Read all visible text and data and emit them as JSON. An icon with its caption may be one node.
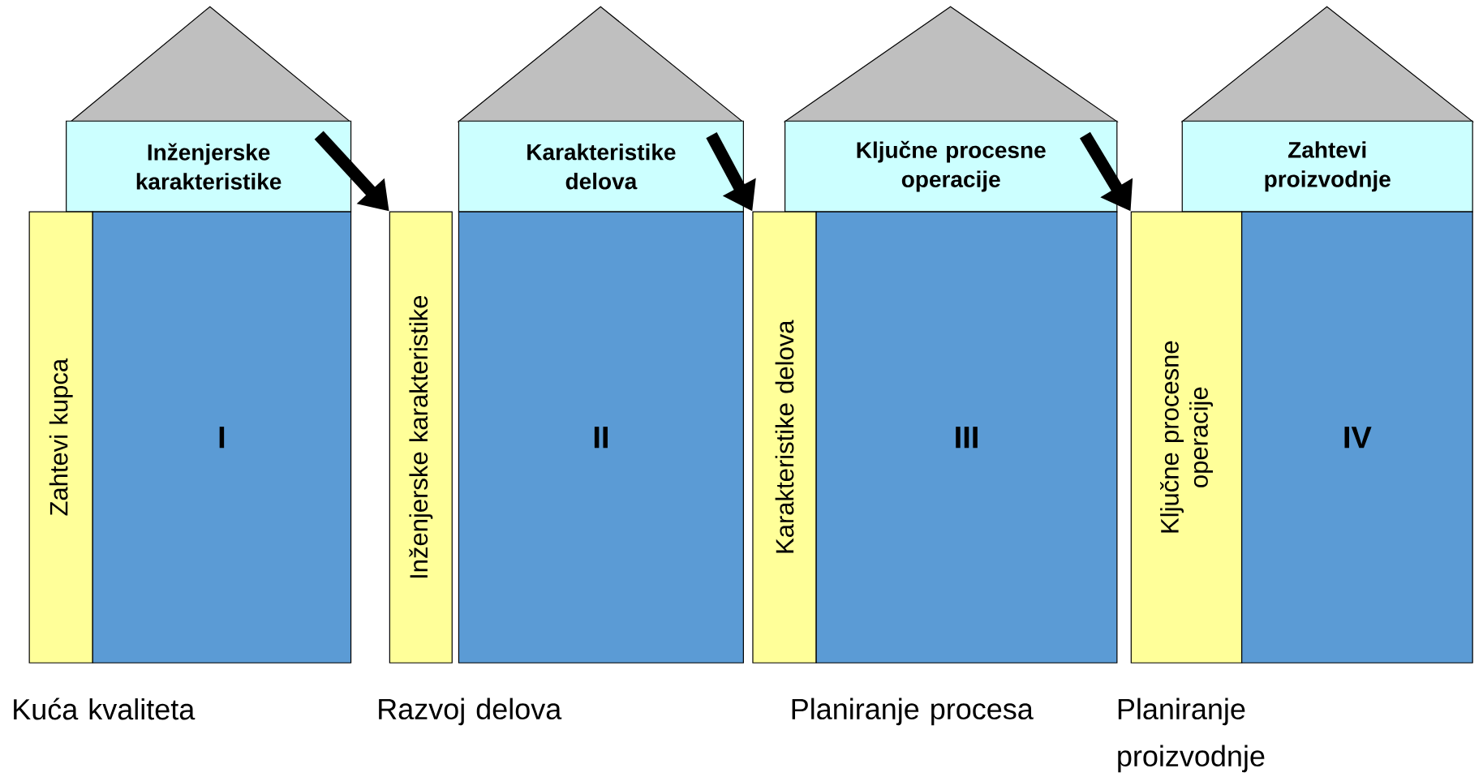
{
  "diagram": {
    "nodes": [
      {
        "text": [],
        "shape": "triangle"
      },
      {
        "text": [
          "Inženjerske karakteristike"
        ]
      },
      {
        "text": [
          "Zahtevi kupca"
        ]
      },
      {
        "text": [
          "I"
        ]
      },
      {
        "text": [],
        "shape": "triangle"
      },
      {
        "text": [
          "Karakteristike delova"
        ]
      },
      {
        "text": [
          "Inženjerske karakteristike"
        ]
      },
      {
        "text": [
          "II"
        ]
      },
      {
        "text": [],
        "shape": "triangle"
      },
      {
        "text": [
          "Ključne procesne operacije"
        ]
      },
      {
        "text": [
          "Karakteristike delova"
        ]
      },
      {
        "text": [
          "III"
        ]
      },
      {
        "text": [],
        "shape": "triangle"
      },
      {
        "text": [
          "Zahtevi proizvodnje"
        ]
      },
      {
        "text": [
          "Ključne procesne operacije"
        ]
      },
      {
        "text": [
          "IV"
        ]
      }
    ],
    "edges": [
      {
        "from": 1,
        "to": 6,
        "arrow": "to"
      },
      {
        "from": 5,
        "to": 10,
        "arrow": "to"
      },
      {
        "from": 9,
        "to": 14,
        "arrow": "to"
      }
    ],
    "labels": [
      "Kuća kvaliteta",
      "Razvoj delova",
      "Planiranje procesa",
      "Planiranje proizvodnje"
    ]
  }
}
